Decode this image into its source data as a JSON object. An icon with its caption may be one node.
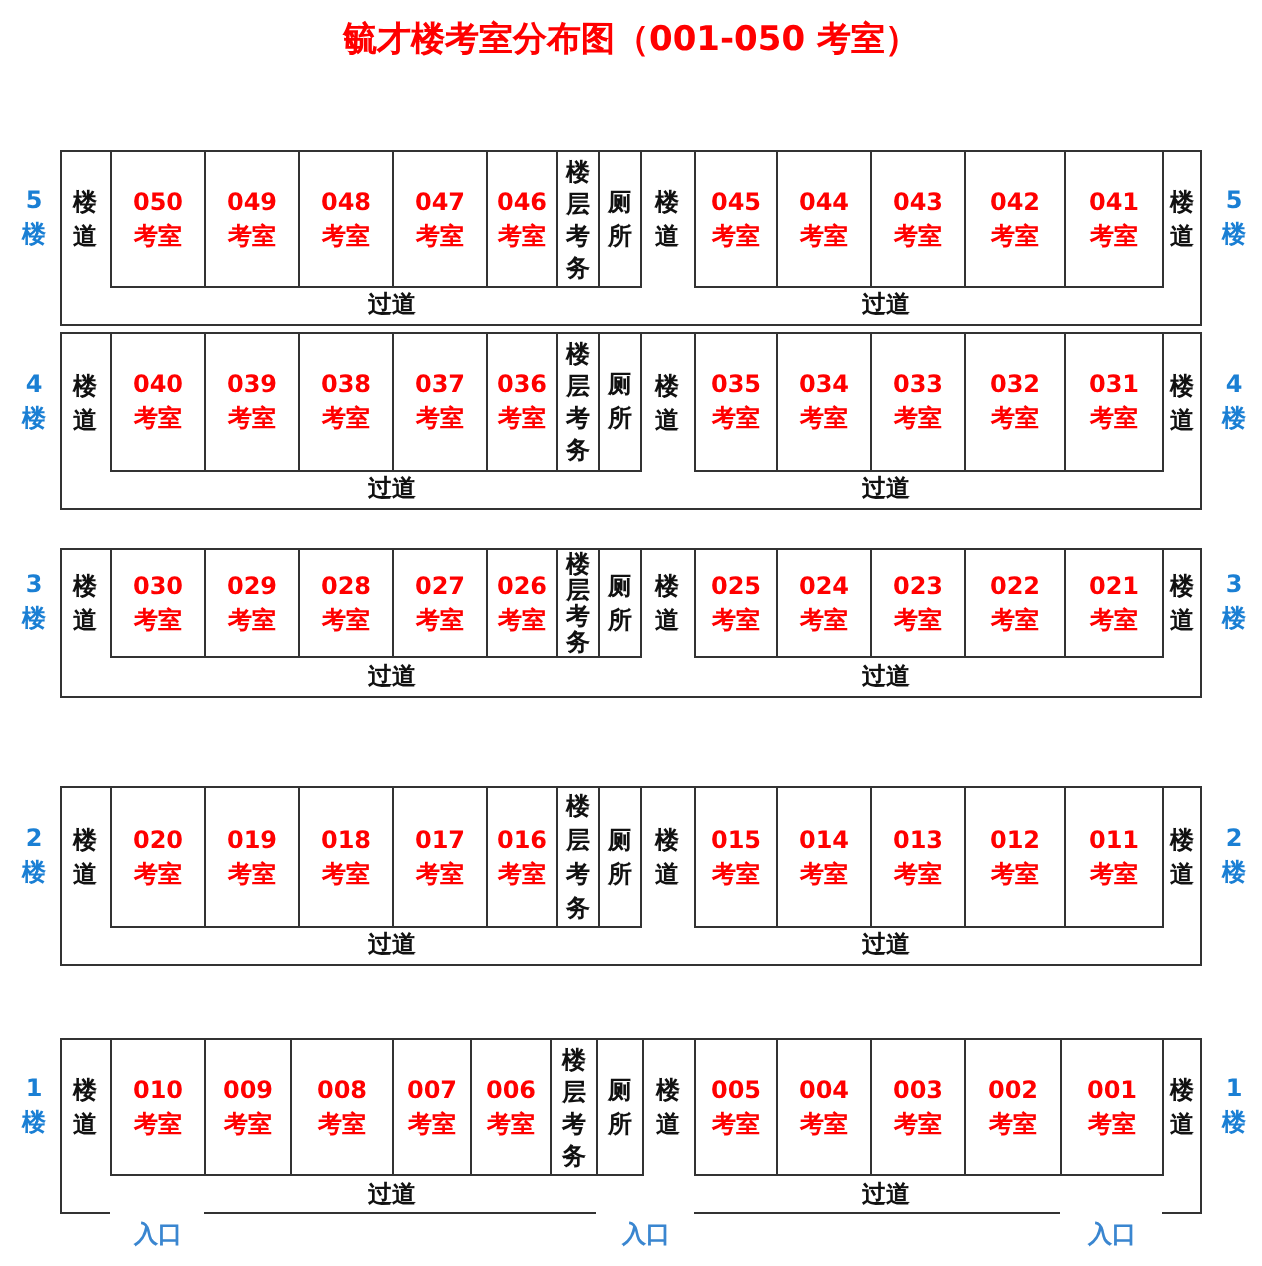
{
  "diagram": {
    "title": "毓才楼考室分布图（001-050 考室）",
    "nodes": [
      {
        "text": [
          "过道",
          "过道"
        ],
        "beside": [
          "5楼",
          "5楼"
        ]
      },
      {
        "text": [
          "楼道"
        ],
        "in": 0
      },
      {
        "text": [
          "050考室"
        ],
        "in": 0
      },
      {
        "text": [
          "049考室"
        ],
        "in": 0
      },
      {
        "text": [
          "048考室"
        ],
        "in": 0
      },
      {
        "text": [
          "047考室"
        ],
        "in": 0
      },
      {
        "text": [
          "046考室"
        ],
        "in": 0
      },
      {
        "text": [
          "楼层考务"
        ],
        "in": 0
      },
      {
        "text": [
          "厕所"
        ],
        "in": 0
      },
      {
        "text": [
          "楼道"
        ],
        "in": 0
      },
      {
        "text": [
          "045考室"
        ],
        "in": 0
      },
      {
        "text": [
          "044考室"
        ],
        "in": 0
      },
      {
        "text": [
          "043考室"
        ],
        "in": 0
      },
      {
        "text": [
          "042考室"
        ],
        "in": 0
      },
      {
        "text": [
          "041考室"
        ],
        "in": 0
      },
      {
        "text": [
          "楼道"
        ],
        "in": 0
      },
      {
        "text": [
          "过道",
          "过道"
        ],
        "beside": [
          "4楼",
          "4楼"
        ]
      },
      {
        "text": [
          "楼道"
        ],
        "in": 16
      },
      {
        "text": [
          "040考室"
        ],
        "in": 16
      },
      {
        "text": [
          "039考室"
        ],
        "in": 16
      },
      {
        "text": [
          "038考室"
        ],
        "in": 16
      },
      {
        "text": [
          "037考室"
        ],
        "in": 16
      },
      {
        "text": [
          "036考室"
        ],
        "in": 16
      },
      {
        "text": [
          "楼层考务"
        ],
        "in": 16
      },
      {
        "text": [
          "厕所"
        ],
        "in": 16
      },
      {
        "text": [
          "楼道"
        ],
        "in": 16
      },
      {
        "text": [
          "035考室"
        ],
        "in": 16
      },
      {
        "text": [
          "034考室"
        ],
        "in": 16
      },
      {
        "text": [
          "033考室"
        ],
        "in": 16
      },
      {
        "text": [
          "032考室"
        ],
        "in": 16
      },
      {
        "text": [
          "031考室"
        ],
        "in": 16
      },
      {
        "text": [
          "楼道"
        ],
        "in": 16
      },
      {
        "text": [
          "过道",
          "过道"
        ],
        "beside": [
          "3楼",
          "3楼"
        ]
      },
      {
        "text": [
          "楼道"
        ],
        "in": 32
      },
      {
        "text": [
          "030考室"
        ],
        "in": 32
      },
      {
        "text": [
          "029考室"
        ],
        "in": 32
      },
      {
        "text": [
          "028考室"
        ],
        "in": 32
      },
      {
        "text": [
          "027考室"
        ],
        "in": 32
      },
      {
        "text": [
          "026考室"
        ],
        "in": 32
      },
      {
        "text": [
          "楼层考务"
        ],
        "in": 32
      },
      {
        "text": [
          "厕所"
        ],
        "in": 32
      },
      {
        "text": [
          "楼道"
        ],
        "in": 32
      },
      {
        "text": [
          "025考室"
        ],
        "in": 32
      },
      {
        "text": [
          "024考室"
        ],
        "in": 32
      },
      {
        "text": [
          "023考室"
        ],
        "in": 32
      },
      {
        "text": [
          "022考室"
        ],
        "in": 32
      },
      {
        "text": [
          "021考室"
        ],
        "in": 32
      },
      {
        "text": [
          "楼道"
        ],
        "in": 32
      },
      {
        "text": [
          "过道",
          "过道"
        ],
        "beside": [
          "2楼",
          "2楼"
        ]
      },
      {
        "text": [
          "楼道"
        ],
        "in": 48
      },
      {
        "text": [
          "020考室"
        ],
        "in": 48
      },
      {
        "text": [
          "019考室"
        ],
        "in": 48
      },
      {
        "text": [
          "018考室"
        ],
        "in": 48
      },
      {
        "text": [
          "017考室"
        ],
        "in": 48
      },
      {
        "text": [
          "016考室"
        ],
        "in": 48
      },
      {
        "text": [
          "楼层考务"
        ],
        "in": 48
      },
      {
        "text": [
          "厕所"
        ],
        "in": 48
      },
      {
        "text": [
          "楼道"
        ],
        "in": 48
      },
      {
        "text": [
          "015考室"
        ],
        "in": 48
      },
      {
        "text": [
          "014考室"
        ],
        "in": 48
      },
      {
        "text": [
          "013考室"
        ],
        "in": 48
      },
      {
        "text": [
          "012考室"
        ],
        "in": 48
      },
      {
        "text": [
          "011考室"
        ],
        "in": 48
      },
      {
        "text": [
          "楼道"
        ],
        "in": 48
      },
      {
        "text": [
          "过道",
          "过道"
        ],
        "beside": [
          "1楼",
          "1楼"
        ]
      },
      {
        "text": [
          "楼道"
        ],
        "in": 64
      },
      {
        "text": [
          "010考室"
        ],
        "in": 64
      },
      {
        "text": [
          "009考室"
        ],
        "in": 64
      },
      {
        "text": [
          "008考室"
        ],
        "in": 64
      },
      {
        "text": [
          "007考室"
        ],
        "in": 64
      },
      {
        "text": [
          "006考室"
        ],
        "in": 64
      },
      {
        "text": [
          "楼层考务"
        ],
        "in": 64
      },
      {
        "text": [
          "厕所"
        ],
        "in": 64
      },
      {
        "text": [
          "楼道"
        ],
        "in": 64
      },
      {
        "text": [
          "005考室"
        ],
        "in": 64
      },
      {
        "text": [
          "004考室"
        ],
        "in": 64
      },
      {
        "text": [
          "003考室"
        ],
        "in": 64
      },
      {
        "text": [
          "002考室"
        ],
        "in": 64
      },
      {
        "text": [
          "001考室"
        ],
        "in": 64
      },
      {
        "text": [
          "楼道"
        ],
        "in": 64
      }
    ],
    "labels": [
      "入口",
      "入口",
      "入口"
    ]
  }
}
